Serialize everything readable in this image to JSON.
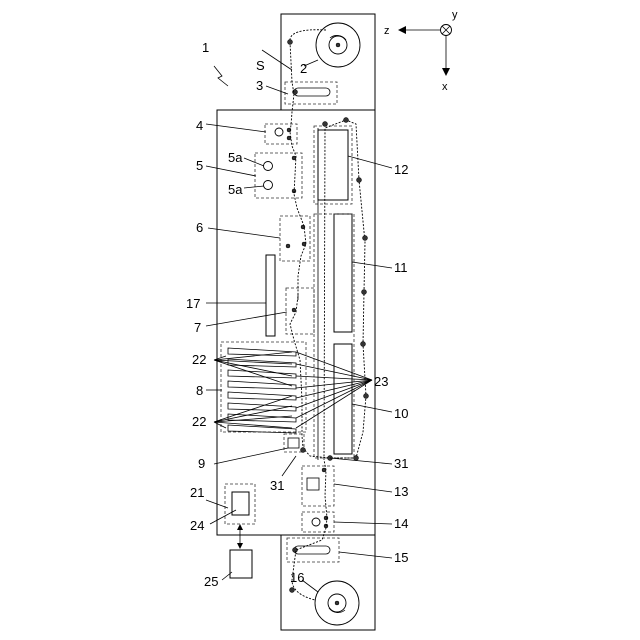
{
  "figure": {
    "axes": {
      "z": "z",
      "y": "y",
      "x": "x"
    },
    "labels": {
      "l1": "1",
      "lS": "S",
      "l2": "2",
      "l3": "3",
      "l4": "4",
      "l5a_top": "5a",
      "l5": "5",
      "l5a_bot": "5a",
      "l6": "6",
      "l17": "17",
      "l7": "7",
      "l22_top": "22",
      "l8": "8",
      "l22_bot": "22",
      "l9": "9",
      "l21": "21",
      "l24": "24",
      "l25": "25",
      "l12": "12",
      "l11": "11",
      "l23": "23",
      "l10": "10",
      "l31_left": "31",
      "l31_right": "31",
      "l13": "13",
      "l14": "14",
      "l15": "15",
      "l16": "16"
    }
  }
}
